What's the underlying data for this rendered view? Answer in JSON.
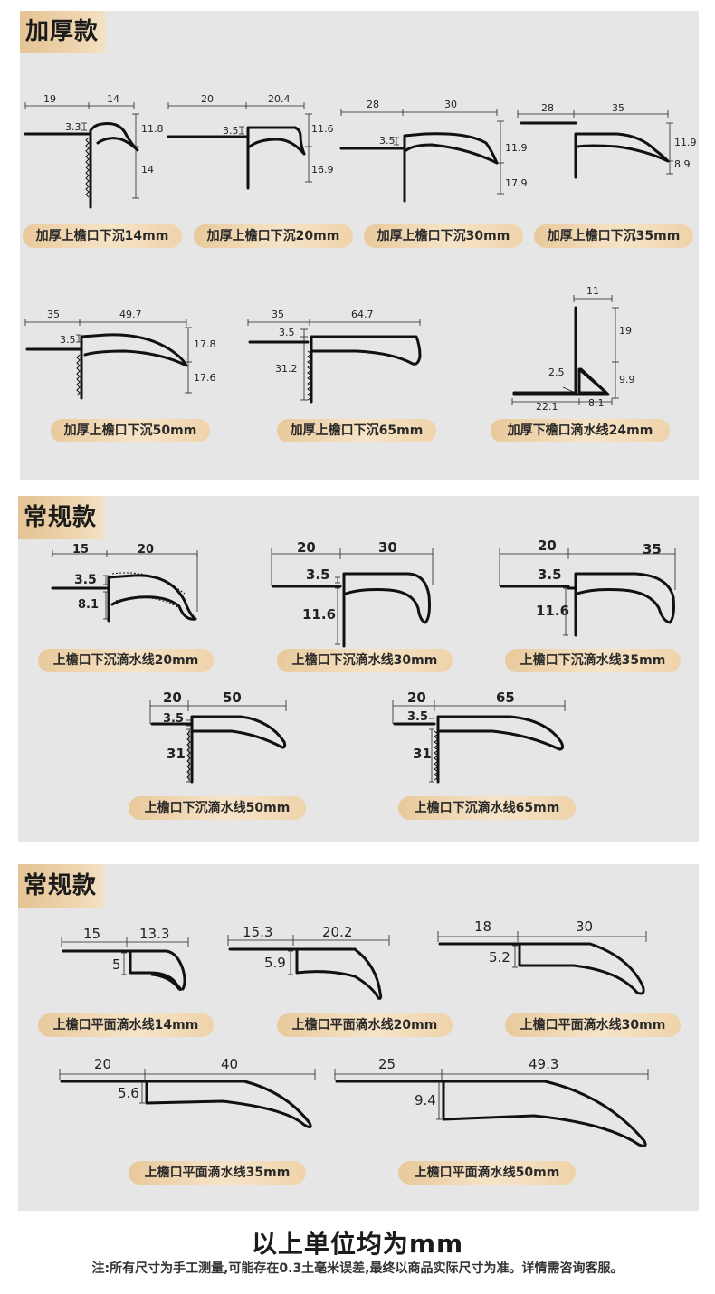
{
  "sections": [
    {
      "title": "加厚款",
      "products": [
        {
          "label": "加厚上檐口下沉14mm",
          "dims": [
            "19",
            "14",
            "3.3",
            "11.8",
            "14"
          ]
        },
        {
          "label": "加厚上檐口下沉20mm",
          "dims": [
            "20",
            "20.4",
            "3.5",
            "11.6",
            "16.9"
          ]
        },
        {
          "label": "加厚上檐口下沉30mm",
          "dims": [
            "28",
            "30",
            "3.5",
            "11.9",
            "17.9"
          ]
        },
        {
          "label": "加厚上檐口下沉35mm",
          "dims": [
            "28",
            "35",
            "11.9",
            "8.9"
          ]
        },
        {
          "label": "加厚上檐口下沉50mm",
          "dims": [
            "35",
            "49.7",
            "3.5",
            "17.8",
            "17.6"
          ]
        },
        {
          "label": "加厚上檐口下沉65mm",
          "dims": [
            "35",
            "64.7",
            "3.5",
            "31.2"
          ]
        },
        {
          "label": "加厚下檐口滴水线24mm",
          "dims": [
            "11",
            "19",
            "2.5",
            "9.9",
            "22.1",
            "8.1"
          ]
        }
      ]
    },
    {
      "title": "常规款",
      "products": [
        {
          "label": "上檐口下沉滴水线20mm",
          "dims": [
            "15",
            "20",
            "3.5",
            "8.1"
          ]
        },
        {
          "label": "上檐口下沉滴水线30mm",
          "dims": [
            "20",
            "30",
            "3.5",
            "11.6"
          ]
        },
        {
          "label": "上檐口下沉滴水线35mm",
          "dims": [
            "20",
            "35",
            "3.5",
            "11.6"
          ]
        },
        {
          "label": "上檐口下沉滴水线50mm",
          "dims": [
            "20",
            "50",
            "3.5",
            "31"
          ]
        },
        {
          "label": "上檐口下沉滴水线65mm",
          "dims": [
            "20",
            "65",
            "3.5",
            "31"
          ]
        }
      ]
    },
    {
      "title": "常规款",
      "products": [
        {
          "label": "上檐口平面滴水线14mm",
          "dims": [
            "15",
            "13.3",
            "5"
          ]
        },
        {
          "label": "上檐口平面滴水线20mm",
          "dims": [
            "15.3",
            "20.2",
            "5.9"
          ]
        },
        {
          "label": "上檐口平面滴水线30mm",
          "dims": [
            "18",
            "30",
            "5.2"
          ]
        },
        {
          "label": "上檐口平面滴水线35mm",
          "dims": [
            "20",
            "40",
            "5.6"
          ]
        },
        {
          "label": "上檐口平面滴水线50mm",
          "dims": [
            "25",
            "49.3",
            "9.4"
          ]
        }
      ]
    }
  ],
  "footer": {
    "title": "以上单位均为mm",
    "note": "注:所有尺寸为手工测量,可能存在0.3土毫米误差,最终以商品实际尺寸为准。详情需咨询客服。"
  },
  "colors": {
    "panel": "#e6e6e6",
    "accent_gold": "#e4c394",
    "profile_stroke": "#111111"
  }
}
